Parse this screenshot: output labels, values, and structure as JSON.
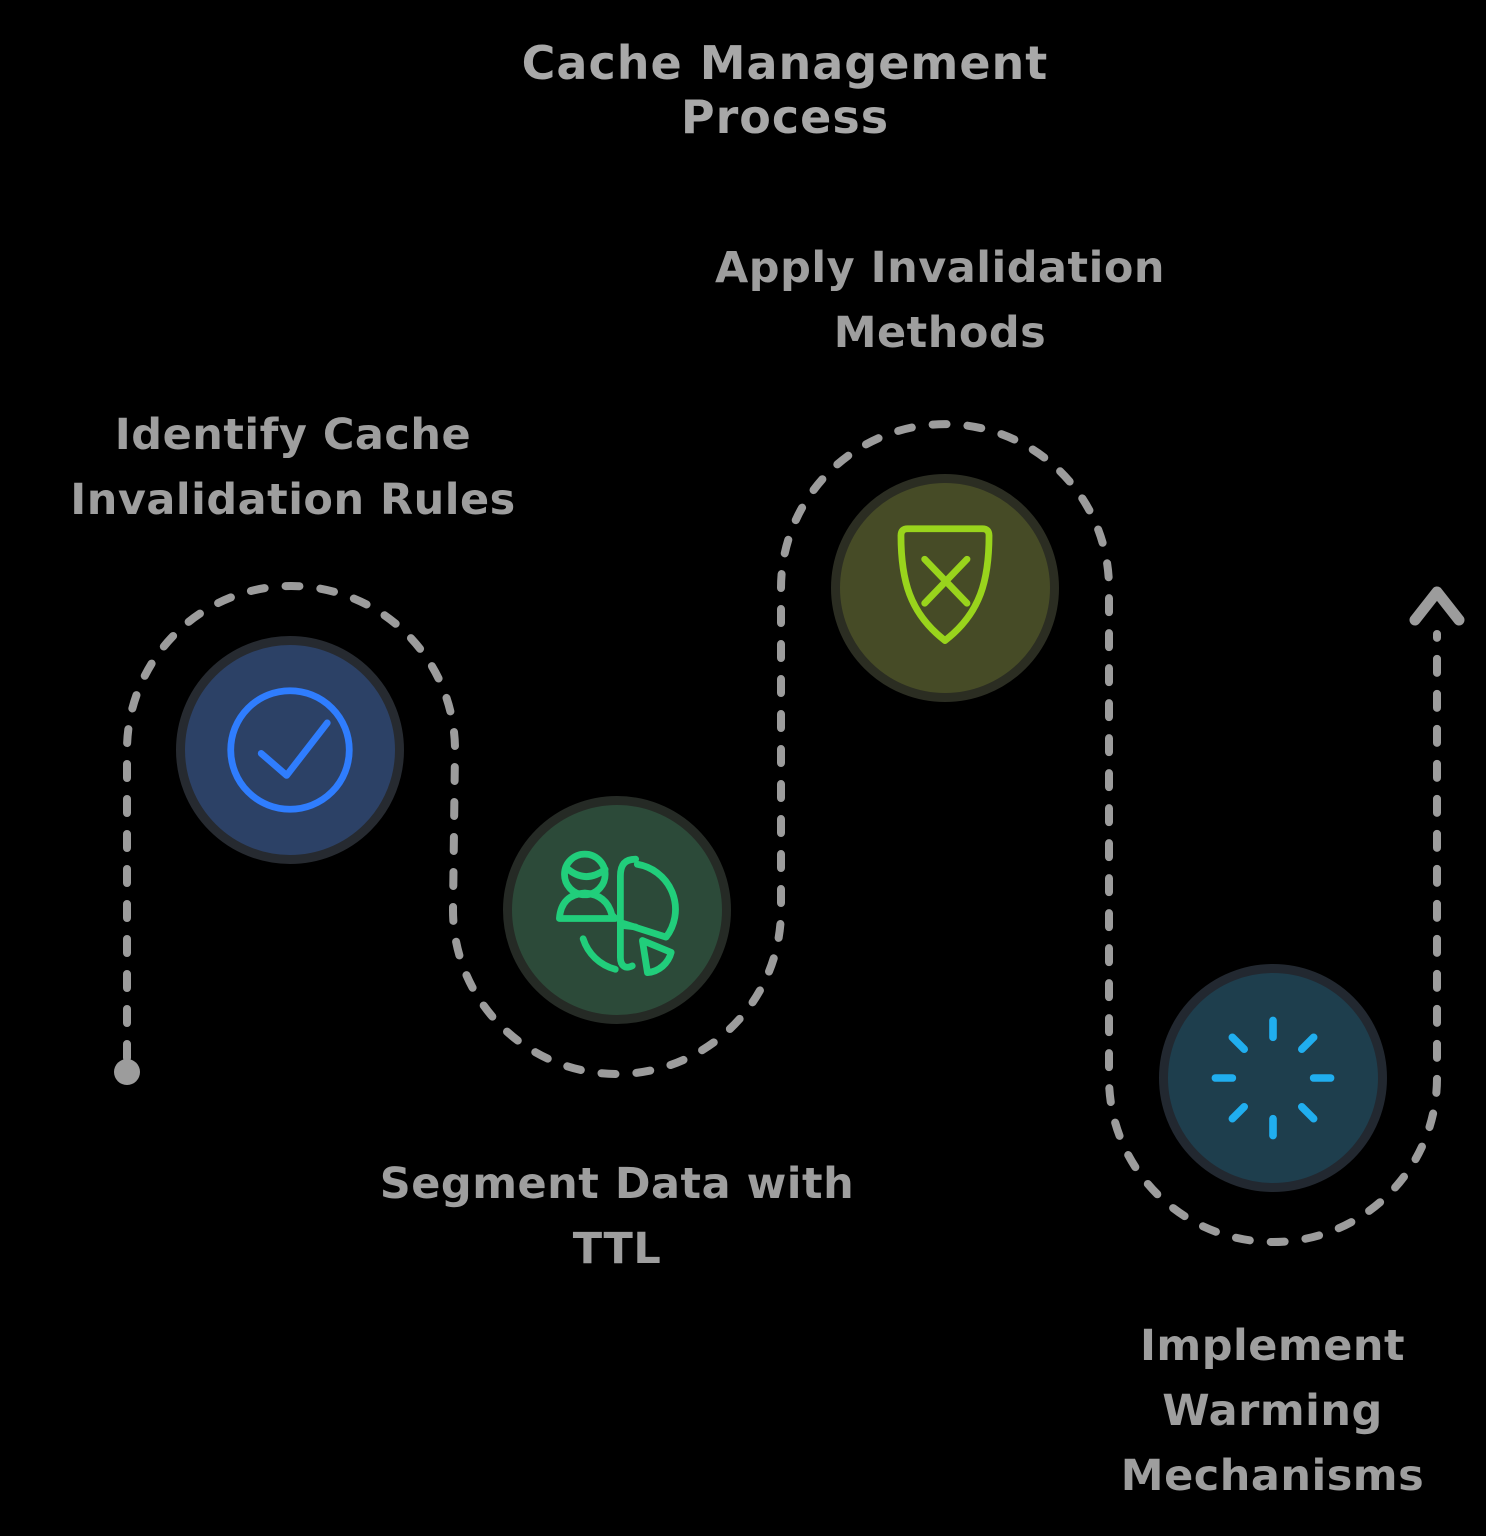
{
  "title": "Cache Management Process",
  "background_color": "#000000",
  "text_color": "#9e9e9e",
  "path": {
    "color": "#9c9c9c",
    "style": "dashed",
    "start_marker": "dot",
    "end_marker": "arrow-up"
  },
  "steps": [
    {
      "order": 1,
      "label": "Identify Cache\nInvalidation Rules",
      "icon": "check-circle-icon",
      "circle_color": "#2c4166",
      "icon_color": "#2f7dfe"
    },
    {
      "order": 2,
      "label": "Segment Data with\nTTL",
      "icon": "user-pie-chart-icon",
      "circle_color": "#2c4a39",
      "icon_color": "#21ce7b"
    },
    {
      "order": 3,
      "label": "Apply Invalidation\nMethods",
      "icon": "shield-x-icon",
      "circle_color": "#464b26",
      "icon_color": "#99d41c"
    },
    {
      "order": 4,
      "label": "Implement\nWarming\nMechanisms",
      "icon": "loading-spinner-icon",
      "circle_color": "#1e3e4d",
      "icon_color": "#20aeef"
    }
  ]
}
